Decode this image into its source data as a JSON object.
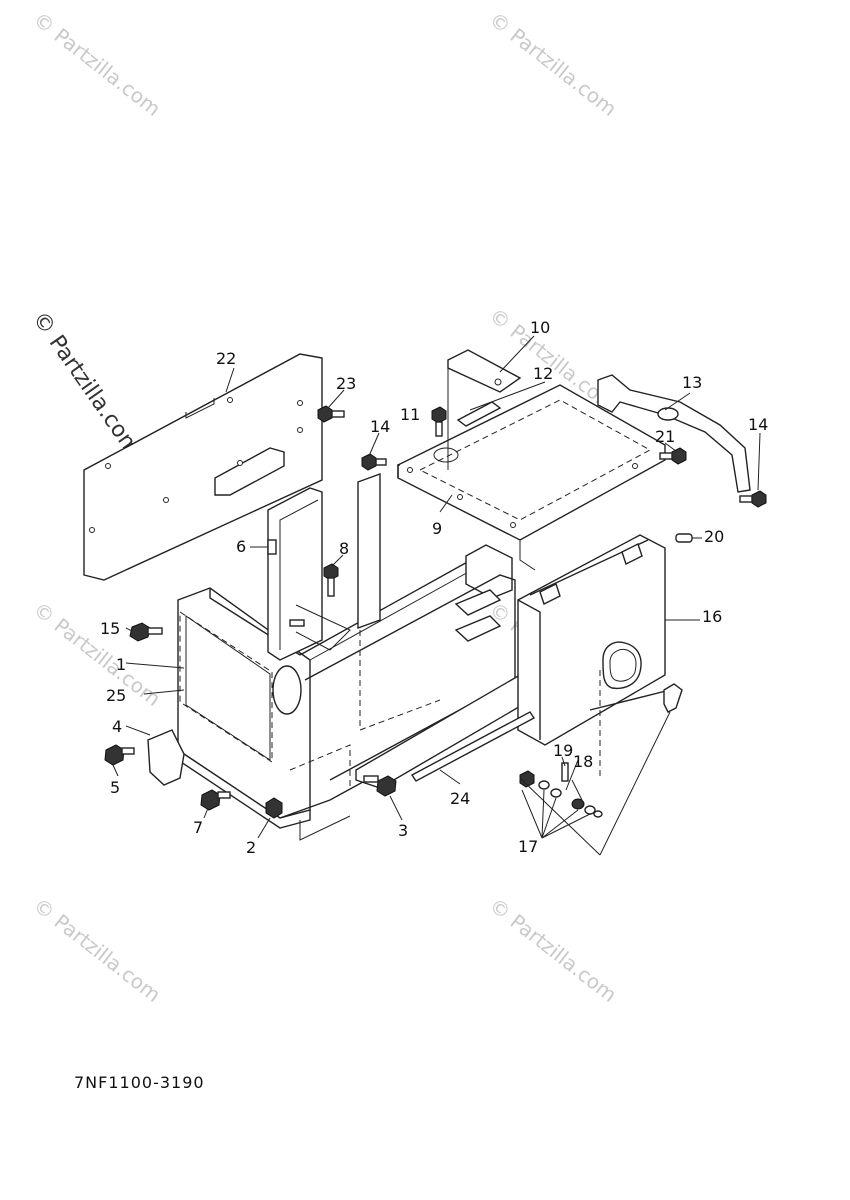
{
  "watermark": "© Partzilla.com",
  "diagram_code": "7NF1100-3190",
  "callouts": {
    "c1": "1",
    "c2": "2",
    "c3": "3",
    "c4": "4",
    "c5": "5",
    "c6": "6",
    "c7": "7",
    "c8": "8",
    "c9": "9",
    "c10": "10",
    "c11": "11",
    "c12": "12",
    "c13": "13",
    "c14a": "14",
    "c14b": "14",
    "c15": "15",
    "c16": "16",
    "c17": "17",
    "c18": "18",
    "c19": "19",
    "c20": "20",
    "c21": "21",
    "c22": "22",
    "c23": "23",
    "c24": "24",
    "c25": "25"
  }
}
